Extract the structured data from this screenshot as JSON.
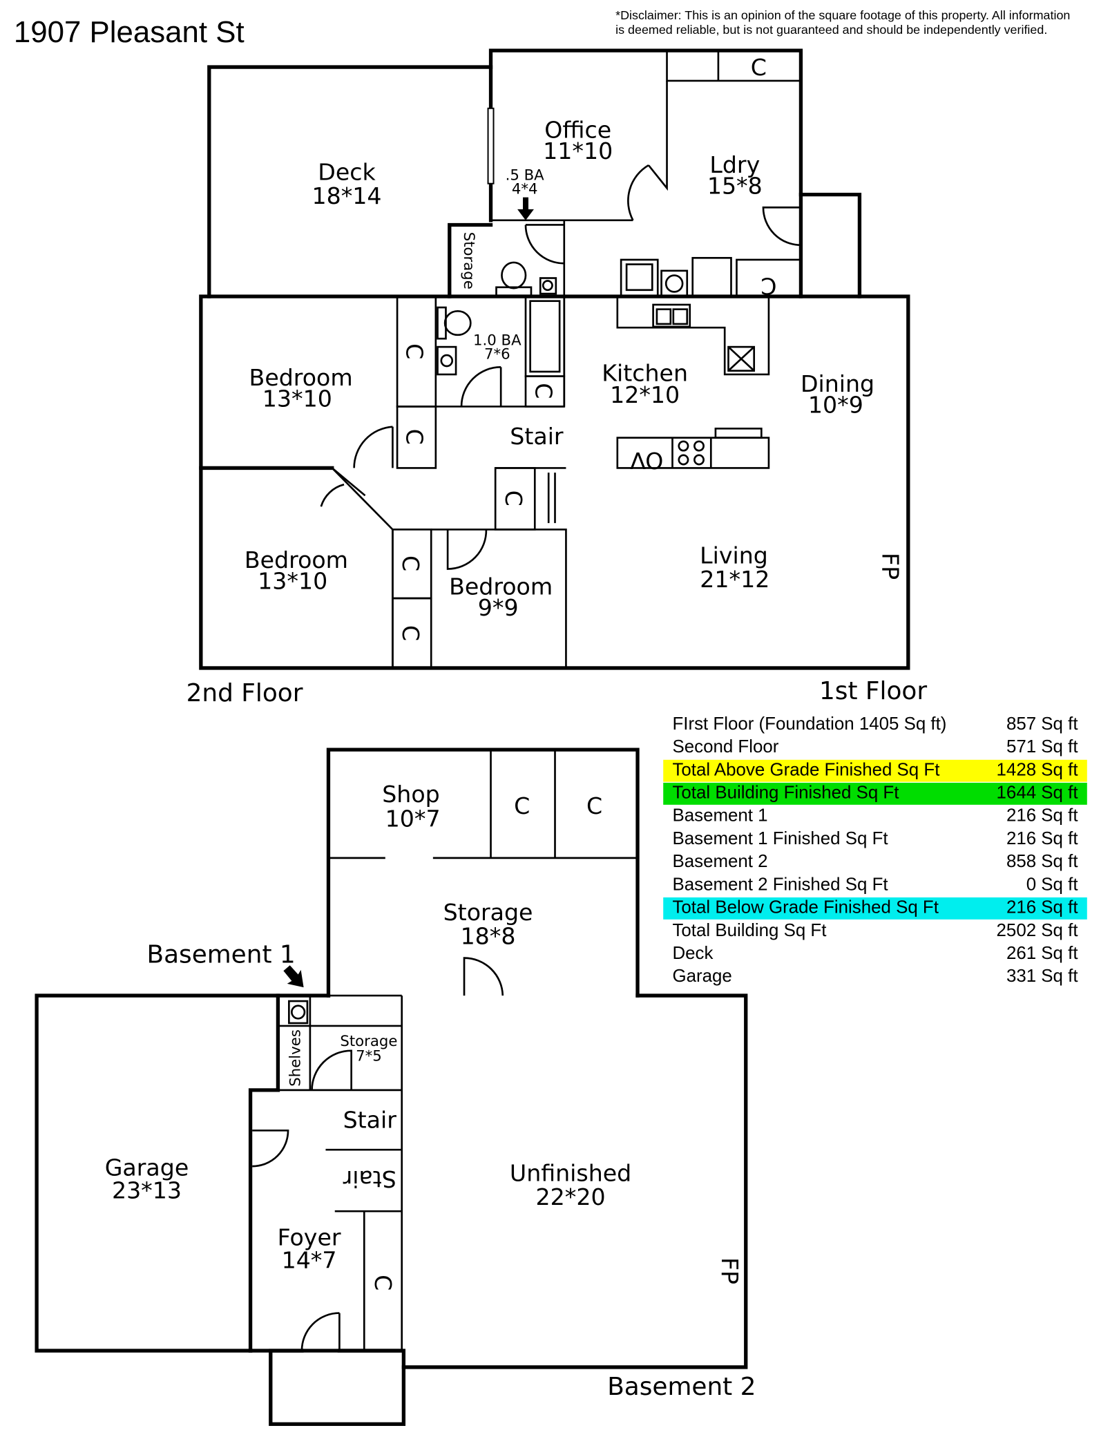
{
  "title": "1907 Pleasant St",
  "disclaimer": {
    "line1": "*Disclaimer: This is an opinion of the square footage of this property. All information",
    "line2": "is deemed reliable, but is not guaranteed and should be independently verified."
  },
  "floor_labels": {
    "second": "2nd Floor",
    "first": "1st Floor",
    "basement1": "Basement 1",
    "basement2": "Basement 2"
  },
  "upper_rooms": {
    "deck": {
      "name": "Deck",
      "size": "18*14"
    },
    "office": {
      "name": "Office",
      "size": "11*10"
    },
    "ldry": {
      "name": "Ldry",
      "size": "15*8"
    },
    "half_bath": {
      "name": ".5 BA",
      "size": "4*4"
    },
    "storage": {
      "name": "Storage"
    },
    "bath": {
      "name": "1.0 BA",
      "size": "7*6"
    },
    "bedroom1": {
      "name": "Bedroom",
      "size": "13*10"
    },
    "bedroom2": {
      "name": "Bedroom",
      "size": "13*10"
    },
    "bedroom3": {
      "name": "Bedroom",
      "size": "9*9"
    },
    "kitchen": {
      "name": "Kitchen",
      "size": "12*10"
    },
    "dining": {
      "name": "Dining",
      "size": "10*9"
    },
    "living": {
      "name": "Living",
      "size": "21*12"
    },
    "stair": {
      "name": "Stair"
    },
    "fireplace": "FP",
    "closet": "C",
    "oven": "OV"
  },
  "lower_rooms": {
    "shop": {
      "name": "Shop",
      "size": "10*7"
    },
    "storage": {
      "name": "Storage",
      "size": "18*8"
    },
    "small_storage": {
      "name": "Storage",
      "size": "7*5"
    },
    "shelves": "Shelves",
    "garage": {
      "name": "Garage",
      "size": "23*13"
    },
    "foyer": {
      "name": "Foyer",
      "size": "14*7"
    },
    "unfinished": {
      "name": "Unfinished",
      "size": "22*20"
    },
    "stair": "Stair",
    "fireplace": "FP",
    "closet": "C"
  },
  "sqft_table": [
    {
      "label": "FIrst Floor (Foundation 1405 Sq ft)",
      "value": "857 Sq ft",
      "highlight": null
    },
    {
      "label": "Second Floor",
      "value": "571 Sq ft",
      "highlight": null
    },
    {
      "label": "Total Above Grade Finished Sq Ft",
      "value": "1428 Sq ft",
      "highlight": "#ffff00"
    },
    {
      "label": "Total Building Finished Sq Ft",
      "value": "1644 Sq ft",
      "highlight": "#00dd00"
    },
    {
      "label": "Basement 1",
      "value": "216 Sq ft",
      "highlight": null
    },
    {
      "label": "Basement 1 Finished Sq Ft",
      "value": "216 Sq ft",
      "highlight": null
    },
    {
      "label": "Basement 2",
      "value": "858 Sq ft",
      "highlight": null
    },
    {
      "label": "Basement 2 Finished Sq Ft",
      "value": "0 Sq ft",
      "highlight": null
    },
    {
      "label": "Total Below Grade Finished Sq Ft",
      "value": "216 Sq ft",
      "highlight": "#00eeee"
    },
    {
      "label": "Total Building Sq Ft",
      "value": "2502 Sq ft",
      "highlight": null
    },
    {
      "label": "Deck",
      "value": "261 Sq ft",
      "highlight": null
    },
    {
      "label": "Garage",
      "value": "331 Sq ft",
      "highlight": null
    }
  ]
}
